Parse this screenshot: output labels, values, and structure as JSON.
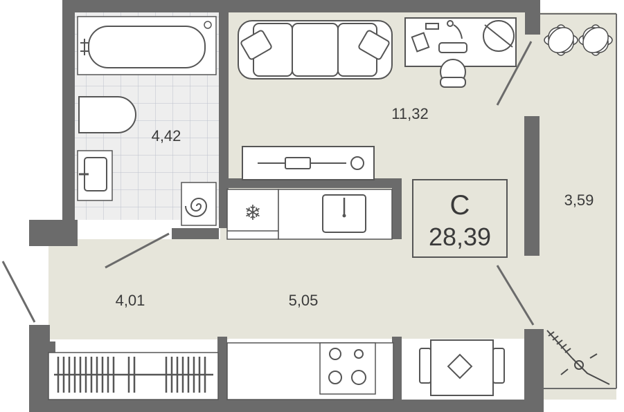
{
  "floorplan": {
    "rooms": [
      {
        "id": "living-room",
        "area": "11,32"
      },
      {
        "id": "bathroom",
        "area": "4,42"
      },
      {
        "id": "balcony",
        "area": "3,59"
      },
      {
        "id": "hallway",
        "area": "4,01"
      },
      {
        "id": "kitchen",
        "area": "5,05"
      }
    ],
    "summary": {
      "type_label": "С",
      "total_area": "28,39"
    }
  },
  "colors": {
    "wall": "#6b6b6b",
    "floor": "#e6e5da",
    "tile": "#ededed",
    "tile_line": "#b8bcc9",
    "furniture_stroke": "#555555",
    "plant": "#4a4a4a"
  }
}
